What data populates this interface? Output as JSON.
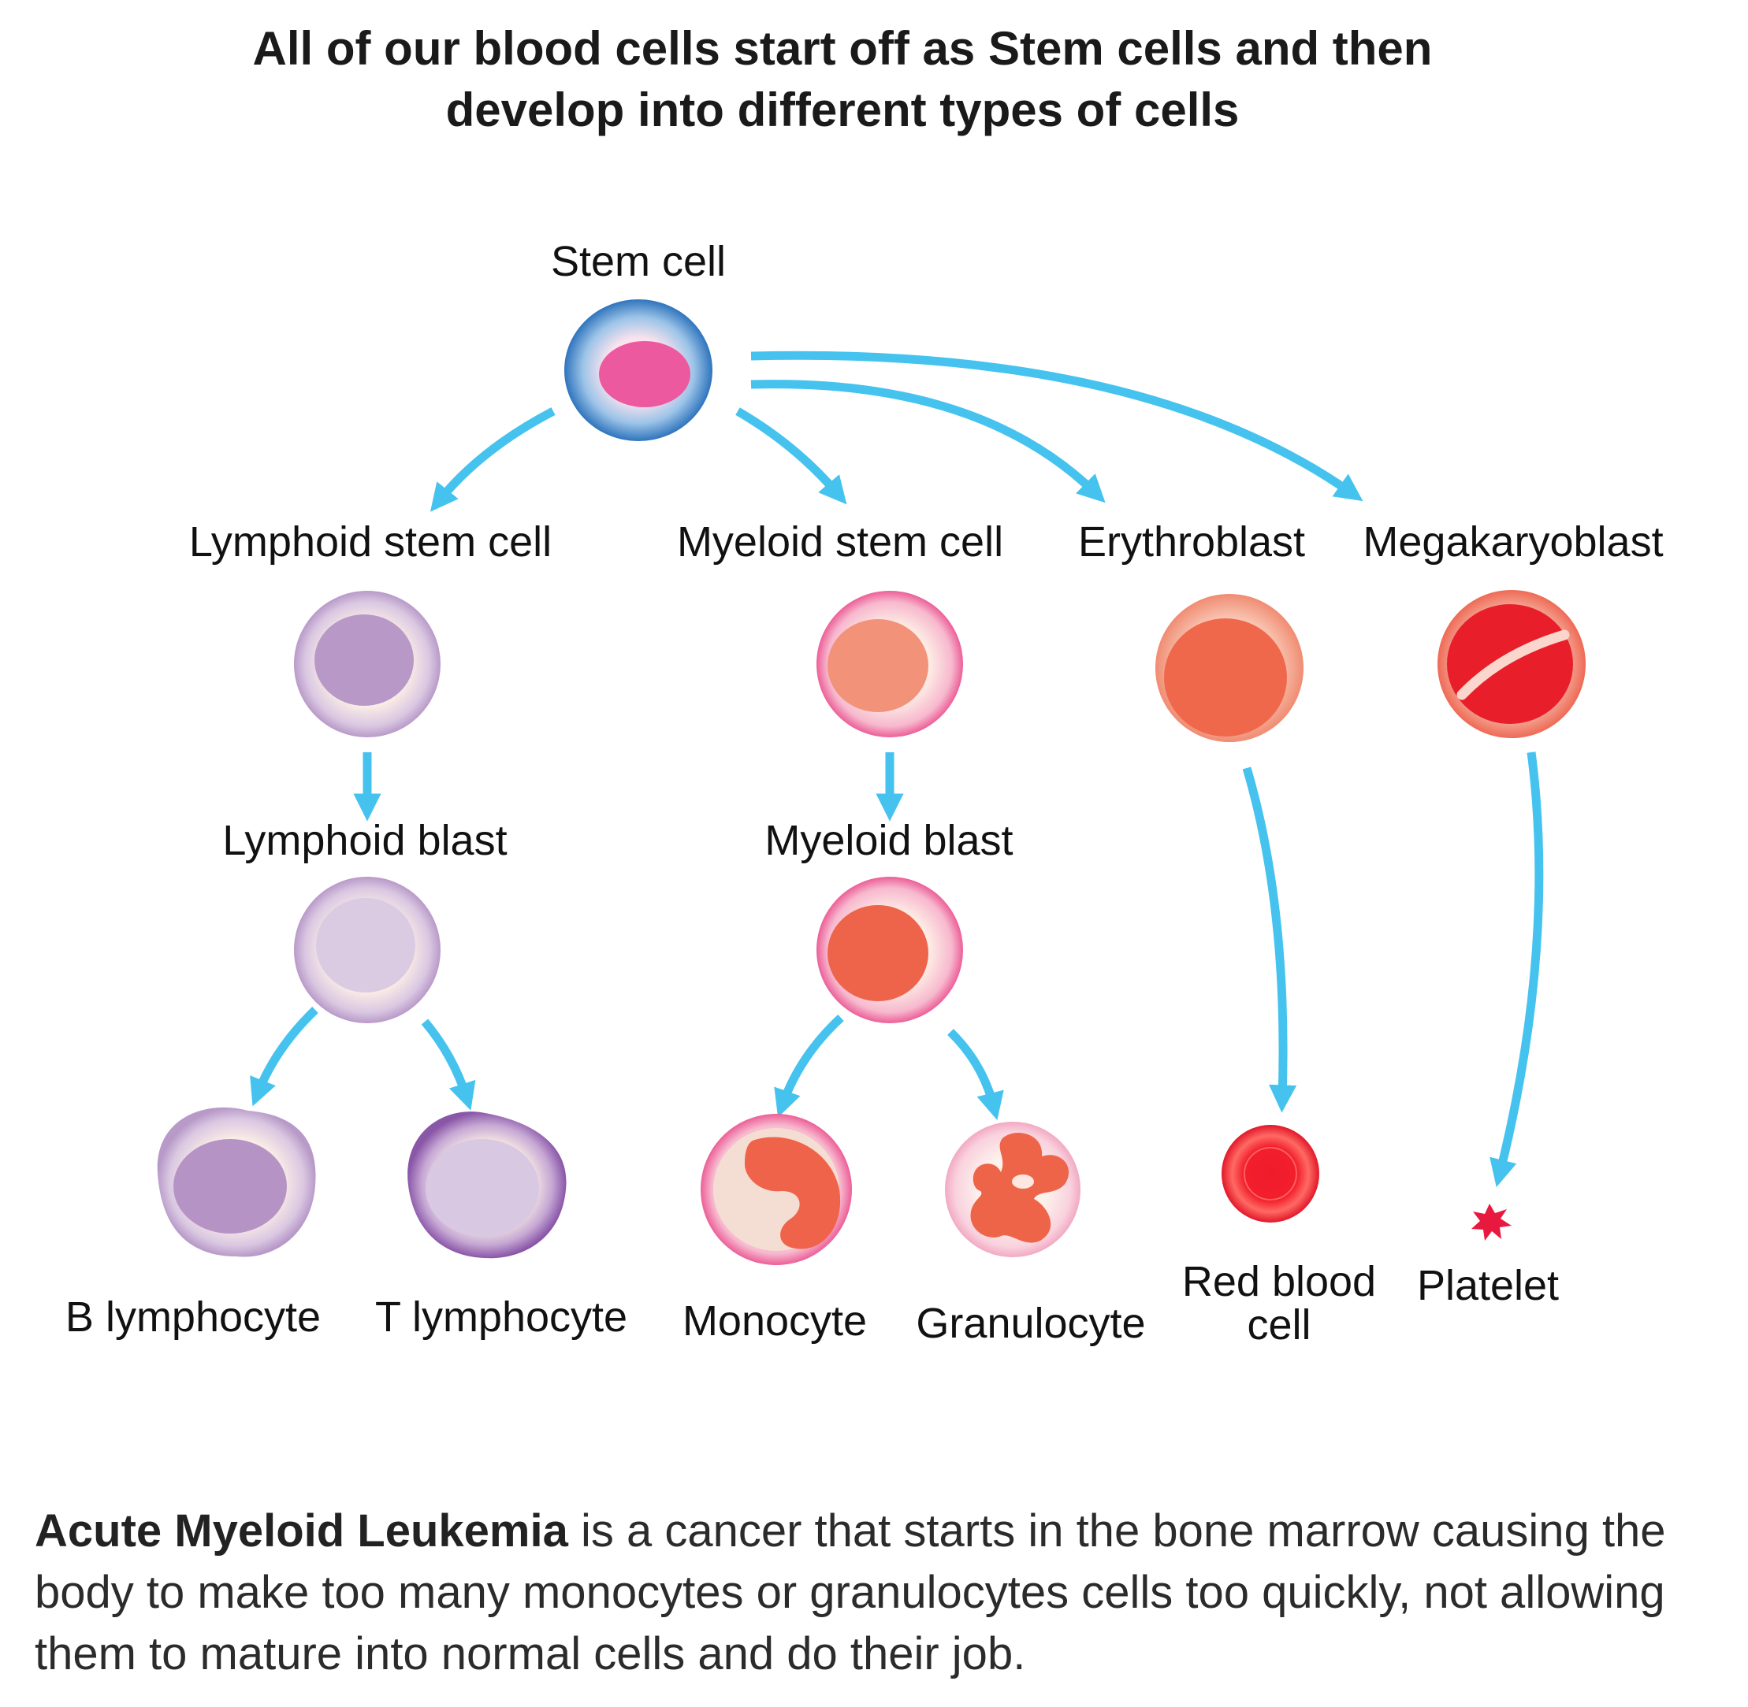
{
  "title": {
    "line1": "All of our blood cells start off as Stem cells and then",
    "line2": "develop into different types of cells"
  },
  "labels": {
    "stem_cell": "Stem cell",
    "lymphoid_stem_cell": "Lymphoid stem cell",
    "myeloid_stem_cell": "Myeloid stem cell",
    "erythroblast": "Erythroblast",
    "megakaryoblast": "Megakaryoblast",
    "lymphoid_blast": "Lymphoid blast",
    "myeloid_blast": "Myeloid blast",
    "b_lymphocyte": "B lymphocyte",
    "t_lymphocyte": "T lymphocyte",
    "monocyte": "Monocyte",
    "granulocyte": "Granulocyte",
    "red_blood_cell_line1": "Red blood",
    "red_blood_cell_line2": "cell",
    "platelet": "Platelet"
  },
  "caption": {
    "bold": "Acute Myeloid Leukemia",
    "text": " is a cancer that starts in the bone marrow causing the body to make too many monocytes or granulocytes cells too quickly, not allowing them to mature into normal cells and do their job."
  },
  "colors": {
    "arrow": "#45c3ee",
    "stem_blue": "#3b7fc4",
    "lymphoid_purple": "#b896c6",
    "myeloid_pink": "#ee6fa5",
    "erythro_red": "#ef6a4e",
    "platelet_red": "#e5173d"
  }
}
